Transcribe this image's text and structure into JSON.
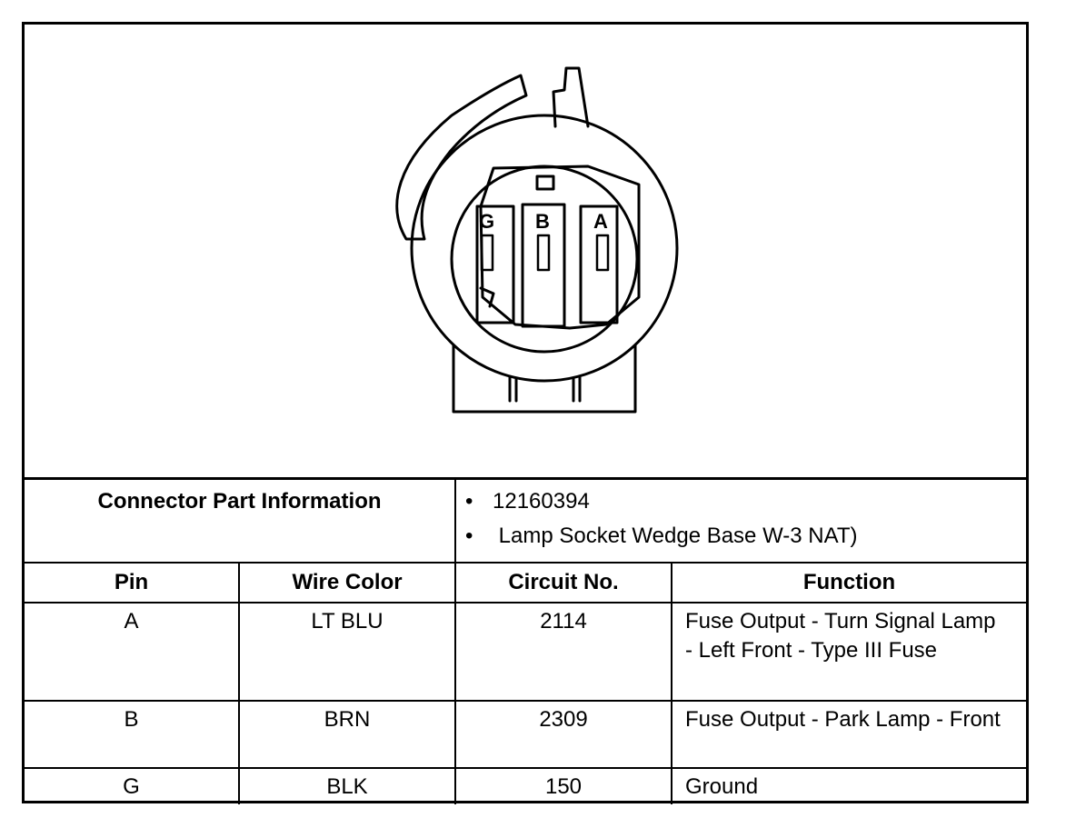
{
  "connector_view": {
    "cavity_labels": [
      "G",
      "B",
      "A"
    ]
  },
  "part_info": {
    "label": "Connector Part Information",
    "bullet": "•",
    "items": [
      "12160394",
      " Lamp Socket Wedge Base W-3 NAT)"
    ]
  },
  "table": {
    "headers": [
      "Pin",
      "Wire Color",
      "Circuit No.",
      "Function"
    ],
    "rows": [
      {
        "pin": "A",
        "wire_color": "LT BLU",
        "circuit": "2114",
        "function": "Fuse Output - Turn Signal Lamp - Left Front - Type III Fuse"
      },
      {
        "pin": "B",
        "wire_color": "BRN",
        "circuit": "2309",
        "function": "Fuse Output - Park Lamp - Front"
      },
      {
        "pin": "G",
        "wire_color": "BLK",
        "circuit": "150",
        "function": "Ground"
      }
    ]
  }
}
